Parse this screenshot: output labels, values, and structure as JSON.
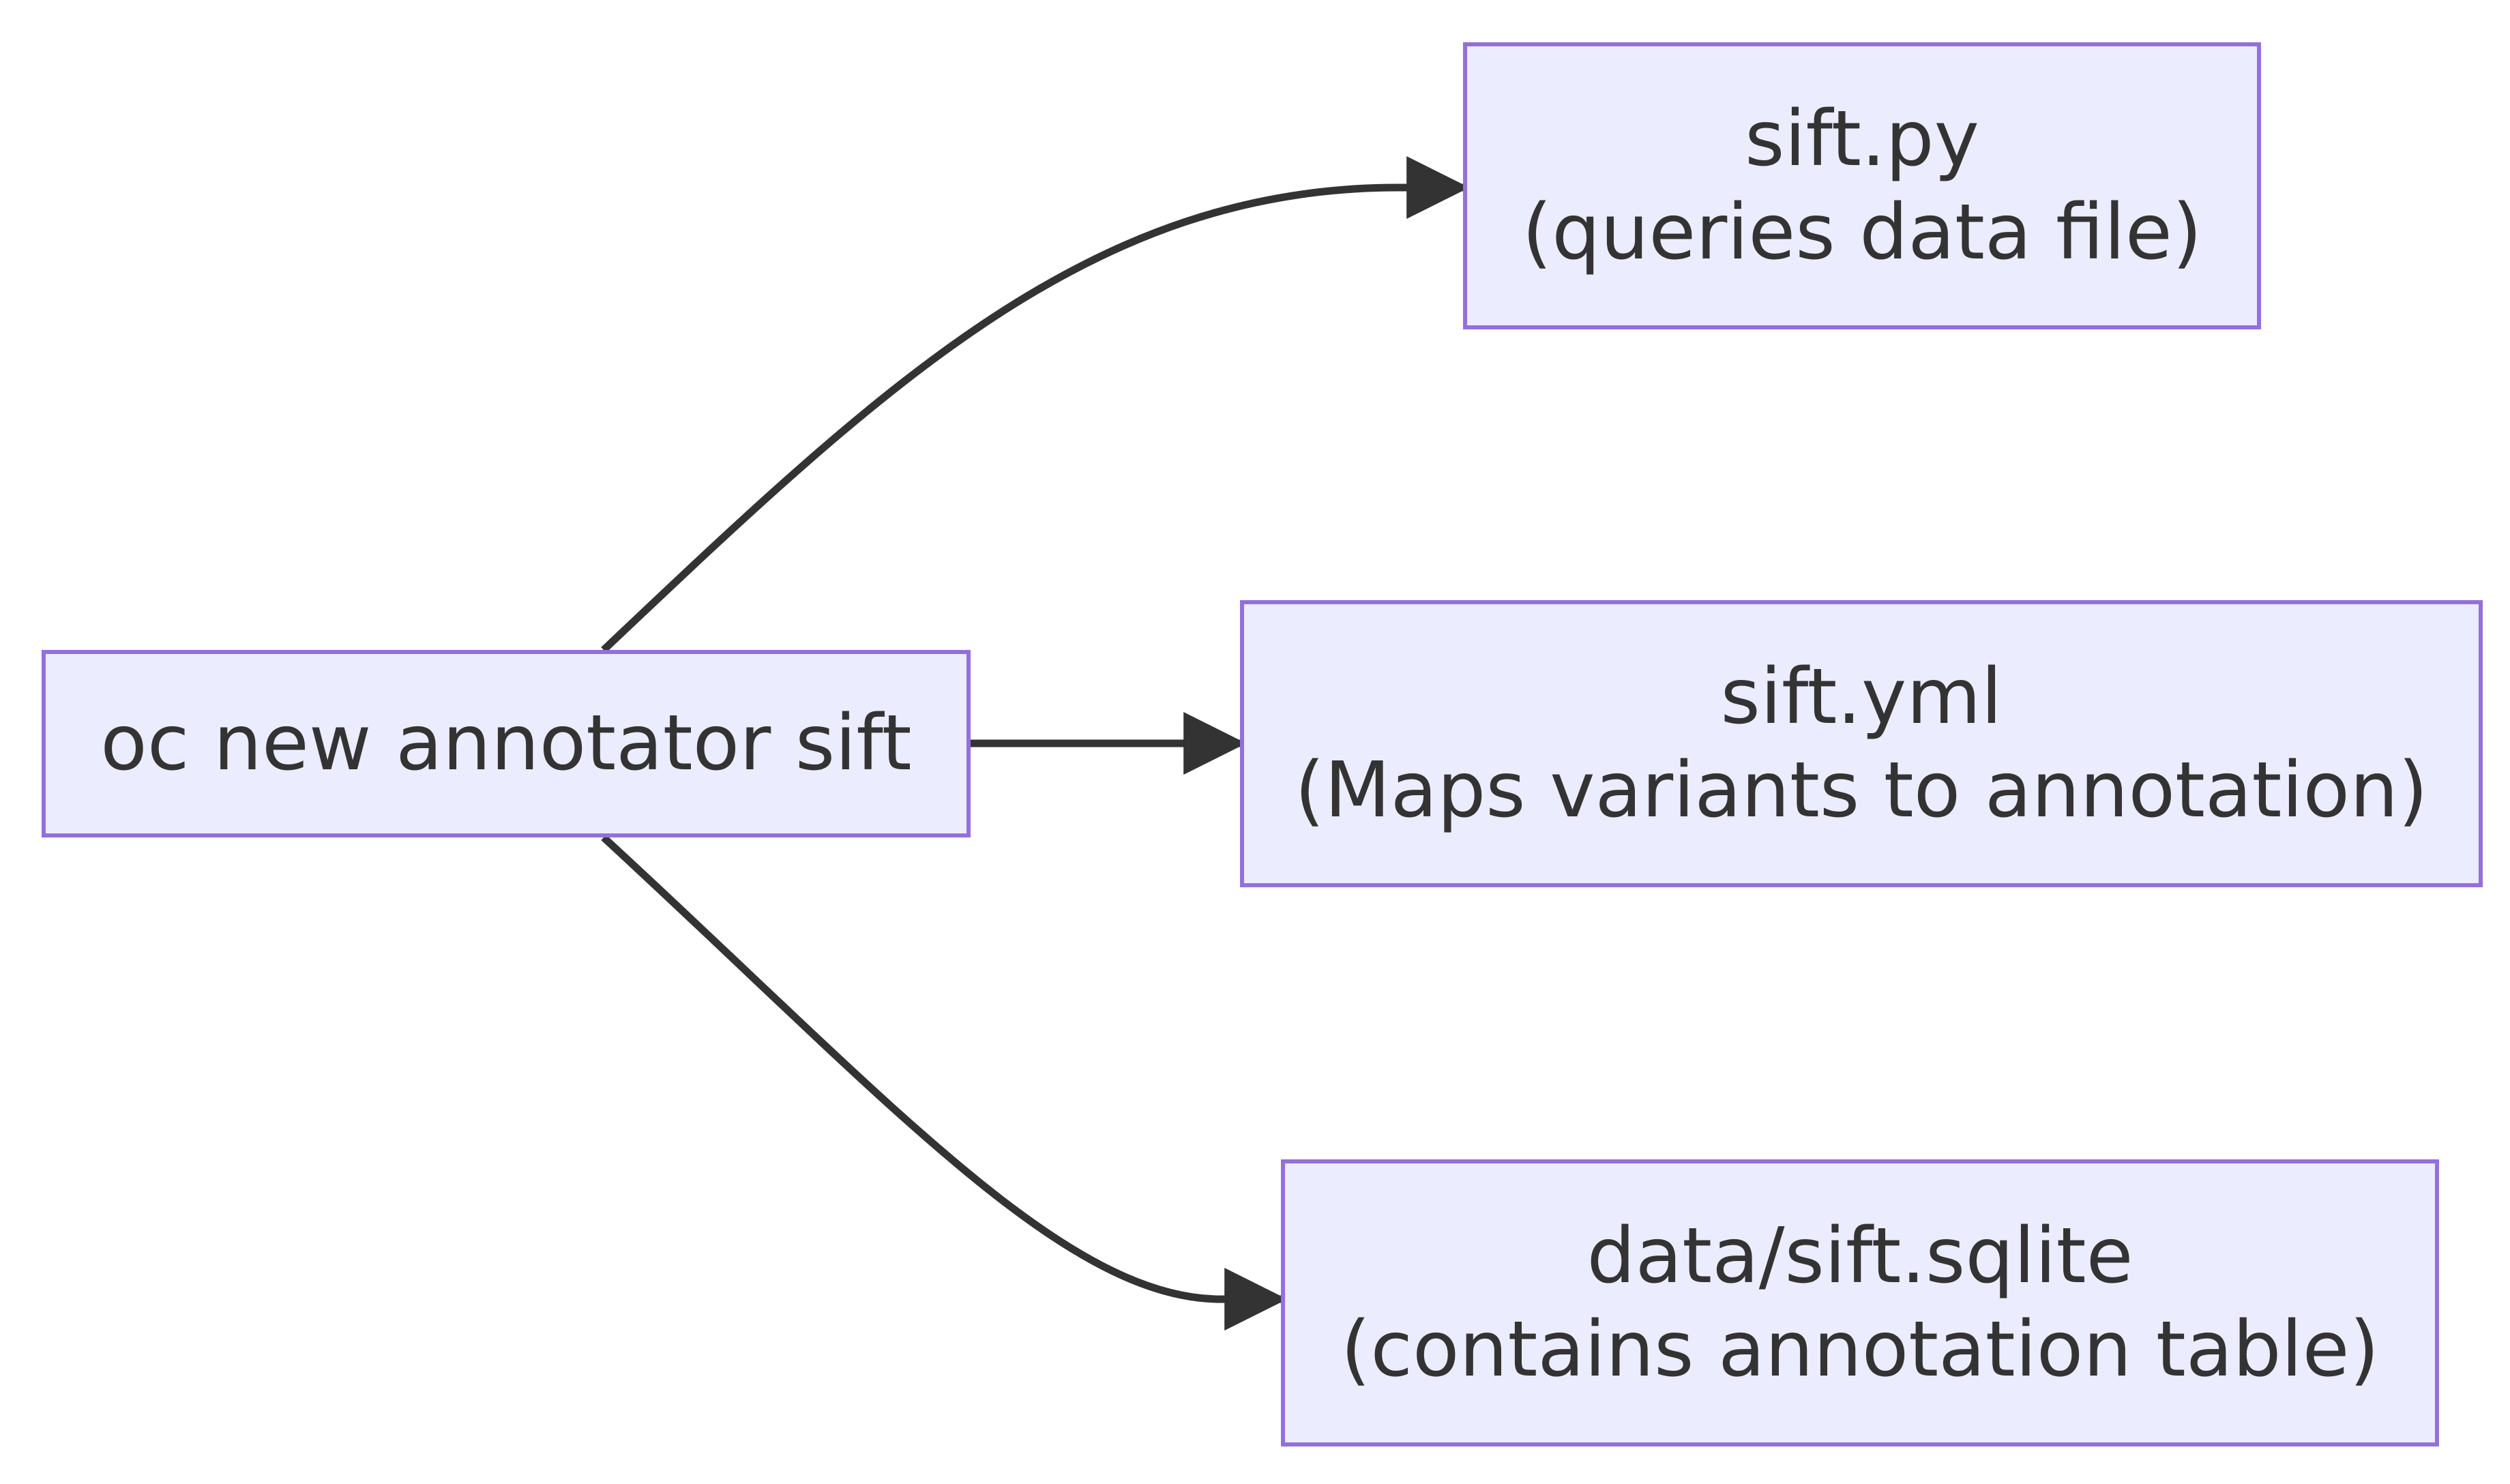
{
  "colors": {
    "node_fill": "#ECECFF",
    "node_border": "#9370DB",
    "edge": "#333333",
    "text": "#333333"
  },
  "nodes": {
    "source": {
      "label": "oc new annotator sift"
    },
    "py": {
      "line1": "sift.py",
      "line2": "(queries data file)"
    },
    "yml": {
      "line1": "sift.yml",
      "line2": "(Maps variants to annotation)"
    },
    "sqlite": {
      "line1": "data/sift.sqlite",
      "line2": "(contains annotation table)"
    }
  },
  "edges": [
    {
      "from": "source",
      "to": "py"
    },
    {
      "from": "source",
      "to": "yml"
    },
    {
      "from": "source",
      "to": "sqlite"
    }
  ]
}
